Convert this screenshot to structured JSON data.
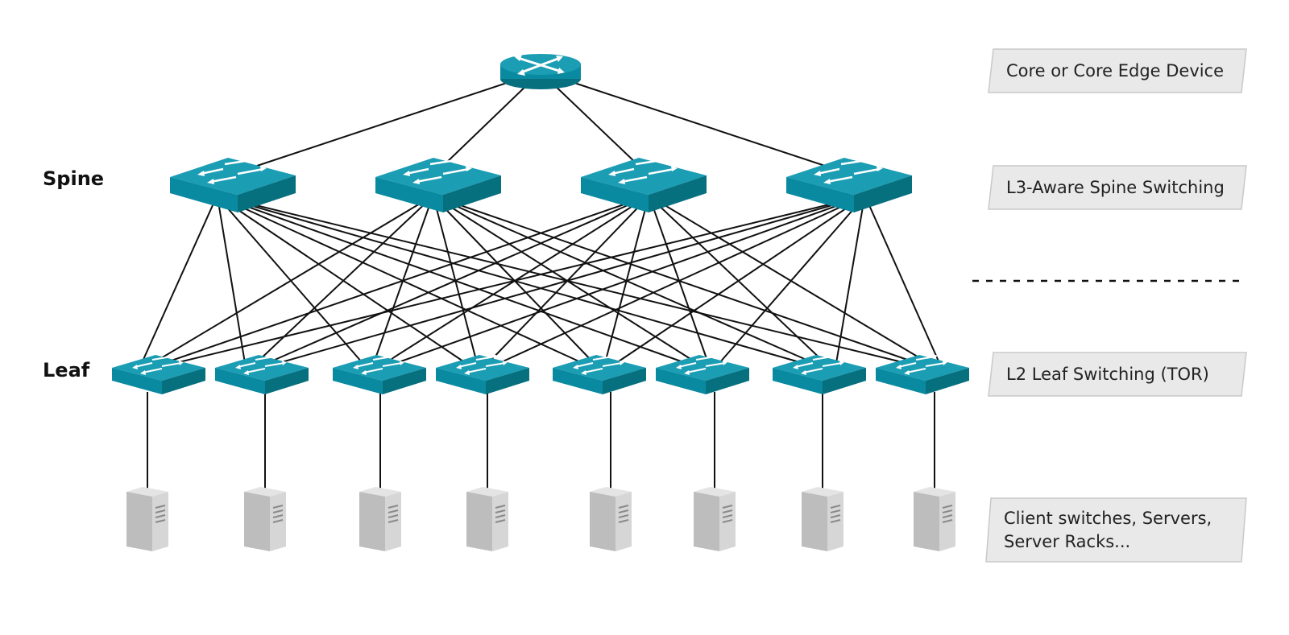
{
  "tiers": {
    "spine": "Spine",
    "leaf": "Leaf"
  },
  "side_labels": {
    "core": "Core or Core Edge Device",
    "spine": "L3-Aware Spine Switching",
    "leaf": "L2 Leaf Switching (TOR)",
    "clients_line1": "Client switches, Servers,",
    "clients_line2": "Server Racks..."
  },
  "counts": {
    "spine_switches": 4,
    "leaf_switches": 8,
    "servers": 8
  },
  "colors": {
    "switch_top": "#1b9db4",
    "switch_front": "#0a8aa1",
    "switch_side": "#06707f",
    "line": "#111111",
    "box_fill": "#e9e9ea",
    "box_stroke": "#c9c9cb",
    "server": "#cfcfcf"
  },
  "icons": {
    "core": "router-icon",
    "spine": "switch-icon",
    "leaf": "switch-icon",
    "client": "server-icon"
  }
}
